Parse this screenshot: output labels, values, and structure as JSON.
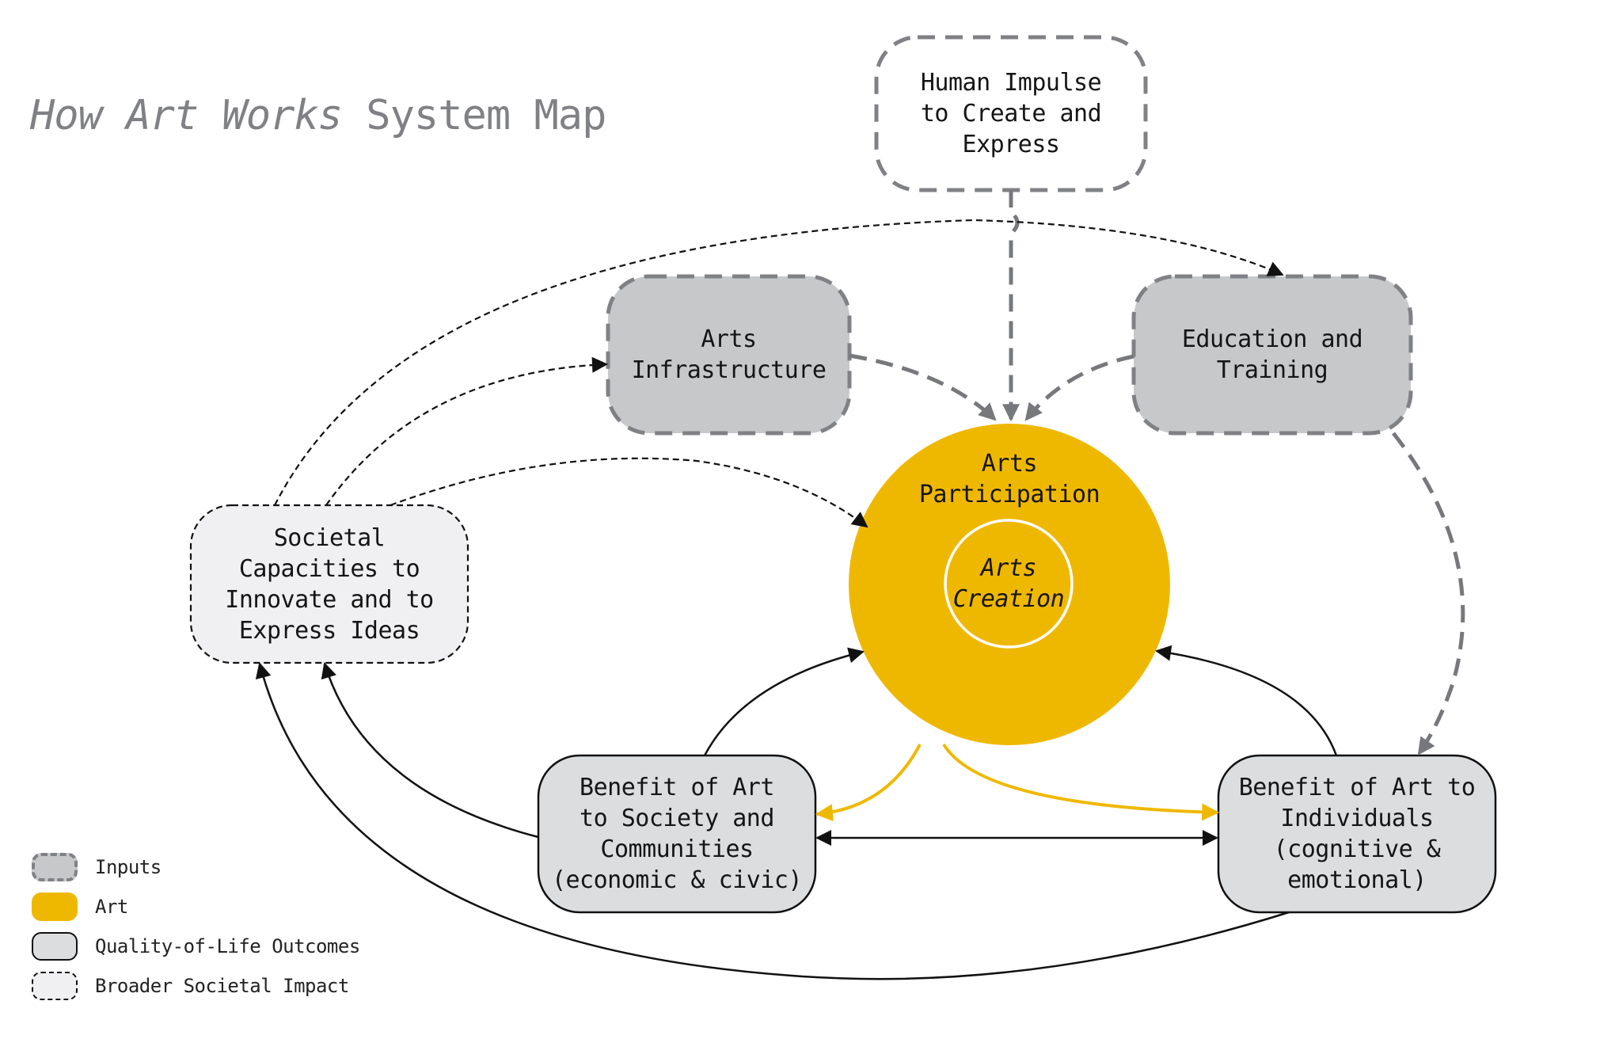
{
  "title": {
    "italic": "How Art Works",
    "rest": " System Map"
  },
  "colors": {
    "art": "#efb800",
    "inputs_fill": "#c7c8ca",
    "inputs_stroke": "#808184",
    "qol_fill": "#dcdddf",
    "broader_fill": "#f0f0f2",
    "title_gray": "#808184"
  },
  "nodes": {
    "human_impulse": {
      "label": "Human Impulse\nto Create and\nExpress",
      "category": "Inputs"
    },
    "arts_infrastructure": {
      "label": "Arts\nInfrastructure",
      "category": "Inputs"
    },
    "education_training": {
      "label": "Education and\nTraining",
      "category": "Inputs"
    },
    "arts_participation": {
      "label": "Arts\nParticipation",
      "category": "Art"
    },
    "arts_creation": {
      "label": "Arts\nCreation",
      "category": "Art"
    },
    "societal_capacities": {
      "label": "Societal\nCapacities to\nInnovate and to\nExpress Ideas",
      "category": "Broader Societal Impact"
    },
    "benefit_society": {
      "label": "Benefit of Art\nto Society and\nCommunities\n(economic & civic)",
      "category": "Quality-of-Life Outcomes"
    },
    "benefit_individuals": {
      "label": "Benefit of Art to\nIndividuals\n(cognitive &\nemotional)",
      "category": "Quality-of-Life Outcomes"
    }
  },
  "edges": [
    {
      "from": "human_impulse",
      "to": "arts_participation",
      "style": "gray-dashed"
    },
    {
      "from": "arts_infrastructure",
      "to": "arts_participation",
      "style": "gray-dashed"
    },
    {
      "from": "education_training",
      "to": "arts_participation",
      "style": "gray-dashed"
    },
    {
      "from": "education_training",
      "to": "benefit_individuals",
      "style": "gray-dashed"
    },
    {
      "from": "societal_capacities",
      "to": "education_training",
      "style": "black-dotted"
    },
    {
      "from": "societal_capacities",
      "to": "arts_infrastructure",
      "style": "black-dotted"
    },
    {
      "from": "societal_capacities",
      "to": "arts_participation",
      "style": "black-dotted"
    },
    {
      "from": "arts_participation",
      "to": "benefit_society",
      "style": "yellow"
    },
    {
      "from": "arts_participation",
      "to": "benefit_individuals",
      "style": "yellow"
    },
    {
      "from": "benefit_society",
      "to": "benefit_individuals",
      "style": "black-bidirectional"
    },
    {
      "from": "benefit_society",
      "to": "arts_participation",
      "style": "black"
    },
    {
      "from": "benefit_individuals",
      "to": "arts_participation",
      "style": "black"
    },
    {
      "from": "benefit_society",
      "to": "societal_capacities",
      "style": "black"
    },
    {
      "from": "benefit_individuals",
      "to": "societal_capacities",
      "style": "black"
    }
  ],
  "legend": [
    {
      "label": "Inputs",
      "icon": "inputs-swatch"
    },
    {
      "label": "Art",
      "icon": "art-swatch"
    },
    {
      "label": "Quality-of-Life Outcomes",
      "icon": "quality-of-life-swatch"
    },
    {
      "label": "Broader Societal Impact",
      "icon": "broader-impact-swatch"
    }
  ]
}
